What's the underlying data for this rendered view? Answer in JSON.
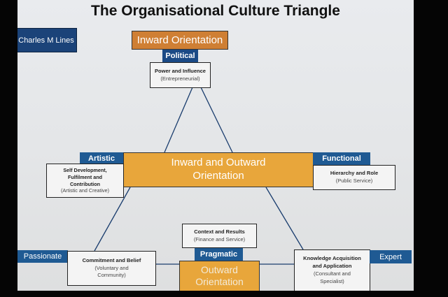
{
  "title": "The Organisational Culture Triangle",
  "author": "Charles M Lines",
  "top": {
    "orientation": "Inward  Orientation",
    "type": "Political",
    "desc_bold": "Power and Influence",
    "desc_note": "(Entrepreneurial)"
  },
  "middle": {
    "orientation_line1": "Inward  and  Outward",
    "orientation_line2": "Orientation"
  },
  "left": {
    "type": "Artistic",
    "desc_bold_1": "Self Development,",
    "desc_bold_2": "Fulfilment and",
    "desc_bold_3": "Contribution",
    "desc_note": "(Artistic and Creative)"
  },
  "right": {
    "type": "Functional",
    "desc_bold": "Hierarchy and Role",
    "desc_note": "(Public Service)"
  },
  "bottom": {
    "desc_bold": "Context and Results",
    "desc_note": "(Finance and Service)",
    "type": "Pragmatic",
    "orientation_line1": "Outward",
    "orientation_line2": "Orientation"
  },
  "bottom_left": {
    "type": "Passionate",
    "desc_bold": "Commitment and Belief",
    "desc_note_1": "(Voluntary and",
    "desc_note_2": "Community)"
  },
  "bottom_right": {
    "type": "Expert",
    "desc_bold_1": "Knowledge Acquisition",
    "desc_bold_2": "and Application",
    "desc_note_1": "(Consultant and",
    "desc_note_2": "Specialist)"
  },
  "colors": {
    "blue": "#1f5a93",
    "navy": "#1b4379",
    "orange": "#cf7f34",
    "amber": "#e8a63b",
    "line": "#1a3d6e"
  }
}
